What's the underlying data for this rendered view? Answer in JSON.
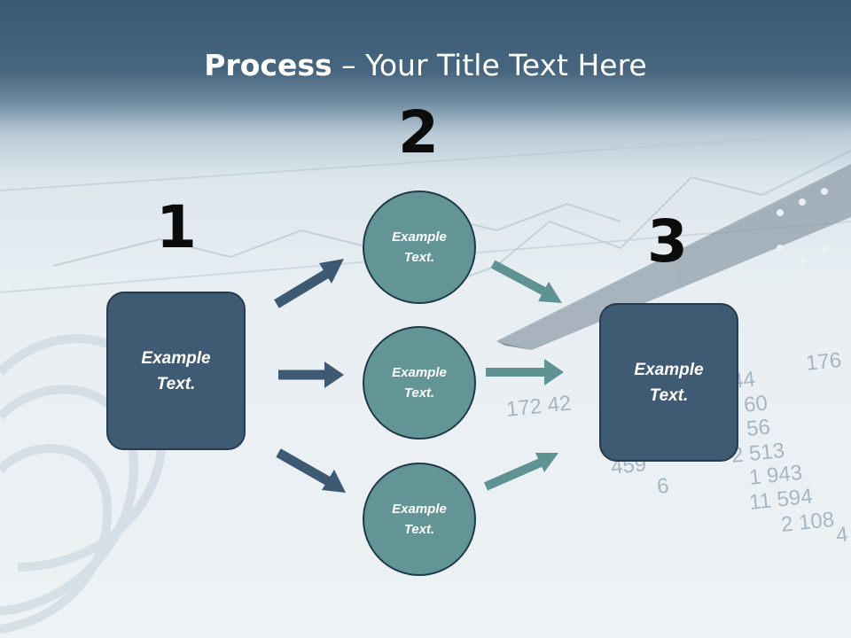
{
  "title": {
    "bold": "Process",
    "rest": " – Your Title Text Here"
  },
  "steps": {
    "one": "1",
    "two": "2",
    "three": "3"
  },
  "left_box": {
    "label": "Example Text."
  },
  "circles": [
    {
      "label": "Example Text."
    },
    {
      "label": "Example Text."
    },
    {
      "label": "Example Text."
    }
  ],
  "right_box": {
    "label": "Example Text."
  },
  "background_numbers": [
    "172 42",
    "44",
    "176",
    "60",
    "56",
    "2 513",
    "1 943",
    "11 594",
    "2 108",
    "459",
    "6",
    "4"
  ],
  "colors": {
    "dark_box": "#3f5b73",
    "circle": "#649596",
    "dark_arrow": "#3d5a72",
    "teal_arrow": "#5f9293"
  }
}
